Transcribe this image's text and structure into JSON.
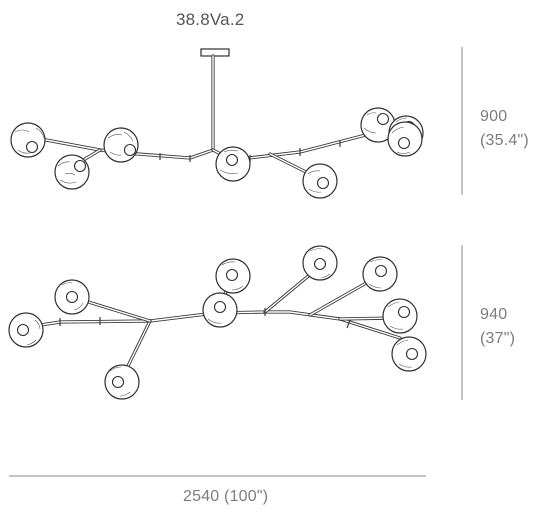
{
  "model_label": "38.8Va.2",
  "dimensions": {
    "top_height": {
      "mm": "900",
      "inches": "(35.4\")"
    },
    "bottom_height": {
      "mm": "940",
      "inches": "(37\")"
    },
    "overall_width": "2540 (100\")"
  },
  "colors": {
    "line": "#2e2e2e",
    "dimension_text": "#7d7d7d",
    "dimension_line": "#8a8a8a"
  }
}
